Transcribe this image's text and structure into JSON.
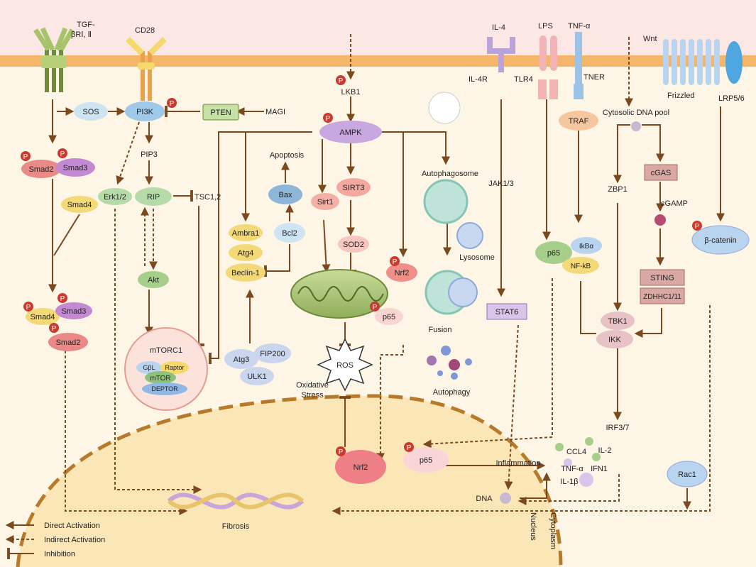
{
  "receptors": {
    "tgfbr_line1": "TGF-",
    "tgfbr_line2": "βRⅠ, Ⅱ",
    "cd28": "CD28",
    "il4": "IL-4",
    "il4r": "IL-4R",
    "lps": "LPS",
    "tlr4": "TLR4",
    "tnfa": "TNF-α",
    "tner": "TNER",
    "wnt": "Wnt",
    "frizzled": "Frizzled",
    "lrp56": "LRP5/6"
  },
  "nodes": {
    "sos": "SOS",
    "pi3k": "PI3K",
    "pten": "PTEN",
    "magi": "MAGI",
    "lkb1": "LKB1",
    "ampk": "AMPK",
    "smad2": "Smad2",
    "smad3": "Smad3",
    "smad4": "Smad4",
    "pip3": "PIP3",
    "erk12": "Erk1/2",
    "rip": "RIP",
    "tsc12": "TSC1,2",
    "akt": "Akt",
    "mtorc1": "mTORC1",
    "gbl": "GβL",
    "raptor": "Raptor",
    "mtor": "mTOR",
    "deptor": "DEPTOR",
    "apoptosis": "Apoptosis",
    "bax": "Bax",
    "bcl2": "Bcl2",
    "ambra1": "Ambra1",
    "atg4": "Atg4",
    "beclin1": "Beclin-1",
    "atg3": "Atg3",
    "fip200": "FIP200",
    "ulk1": "ULK1",
    "sirt1": "Sirt1",
    "sirt3": "SIRT3",
    "sod2": "SOD2",
    "nrf2": "Nrf2",
    "p65": "p65",
    "ros": "ROS",
    "oxidative_line1": "Oxidative",
    "oxidative_line2": "Stress",
    "autophagosome": "Autophagosome",
    "lysosome": "Lysosome",
    "fusion": "Fusion",
    "autophagy": "Autophagy",
    "jak13": "JAK1/3",
    "stat6": "STAT6",
    "traf": "TRAF",
    "ikba": "IkBα",
    "nfkb": "NF-kB",
    "cytosolic_dna": "Cytosolic DNA pool",
    "cgas": "cGAS",
    "cgamp": "cGAMP",
    "zbp1": "ZBP1",
    "sting": "STING",
    "zdhhc": "ZDHHC1/11",
    "tbk1": "TBK1",
    "ikk": "IKK",
    "irf37": "IRF3/7",
    "bcatenin": "β-catenin",
    "rac1": "Rac1",
    "phospho": "P"
  },
  "outputs": {
    "ccl4": "CCL4",
    "tnfa": "TNF-α",
    "il2": "IL-2",
    "il1b": "IL-1β",
    "ifn1": "IFN1",
    "inflammation": "Inflammation",
    "dna": "DNA",
    "fibrosis": "Fibrosis",
    "nucleus": "Nucleus",
    "cytoplasm": "Cytoplasm"
  },
  "legend": {
    "direct": "Direct Activation",
    "indirect": "Indirect Activation",
    "inhibition": "Inhibition"
  },
  "colors": {
    "extracellular": "#fbe7e4",
    "membrane": "#f5b66a",
    "cytoplasm": "#fdf5e6",
    "nucleus": "#fbe6b8",
    "arrow": "#7a4a1e",
    "phospho": "#c93a2f"
  }
}
